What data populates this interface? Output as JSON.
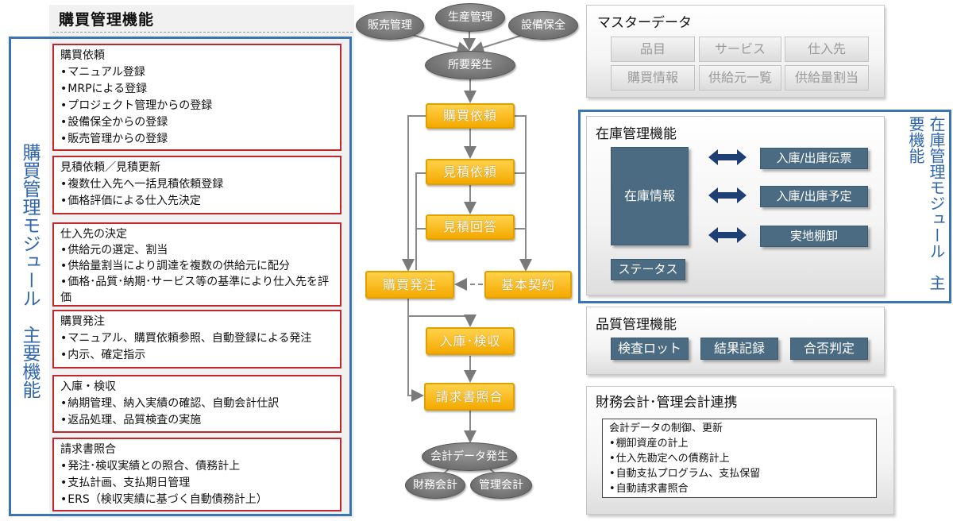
{
  "left": {
    "title": "購買管理機能",
    "vertical_label": "購買管理モジュール　主要機能",
    "sections": [
      {
        "title": "購買依頼",
        "items": [
          "マニュアル登録",
          "MRPによる登録",
          "プロジェクト管理からの登録",
          "設備保全からの登録",
          "販売管理からの登録"
        ]
      },
      {
        "title": "見積依頼／見積更新",
        "items": [
          "複数仕入先へ一括見積依頼登録",
          "価格評価による仕入先決定"
        ]
      },
      {
        "title": "仕入先の決定",
        "items": [
          "供給元の選定、割当",
          "供給量割当により調達を複数の供給元に配分",
          "価格･品質･納期･サービス等の基準により仕入先を評価"
        ]
      },
      {
        "title": "購買発注",
        "items": [
          "マニュアル、購買依頼参照、自動登録による発注",
          "内示、確定指示"
        ]
      },
      {
        "title": "入庫・検収",
        "items": [
          "納期管理、納入実績の確認、自動会計仕訳",
          "返品処理、品質検査の実施"
        ]
      },
      {
        "title": "請求書照合",
        "items": [
          "発注･検収実績との照合、債務計上",
          "支払計画、支払期日管理",
          "ERS（検収実績に基づく自動債務計上）"
        ]
      }
    ]
  },
  "flow": {
    "sources": [
      "販売管理",
      "生産管理",
      "設備保全"
    ],
    "demand": "所要発生",
    "steps": [
      "購買依頼",
      "見積依頼",
      "見積回答",
      "購買発注",
      "基本契約",
      "入庫･検収",
      "請求書照合"
    ],
    "accounting": "会計データ発生",
    "outputs": [
      "財務会計",
      "管理会計"
    ]
  },
  "master": {
    "title": "マスターデータ",
    "items": [
      "品目",
      "サービス",
      "仕入先",
      "購買情報",
      "供給元一覧",
      "供給量割当"
    ]
  },
  "inventory": {
    "title": "在庫管理機能",
    "info": "在庫情報",
    "status": "ステータス",
    "items": [
      "入庫/出庫伝票",
      "入庫/出庫予定",
      "実地棚卸"
    ],
    "vertical_label": "在庫管理モジュール　主要機能"
  },
  "quality": {
    "title": "品質管理機能",
    "items": [
      "検査ロット",
      "結果記録",
      "合否判定"
    ]
  },
  "finance": {
    "title": "財務会計･管理会計連携",
    "heading": "会計データの制御、更新",
    "items": [
      "棚卸資産の計上",
      "仕入先勘定への債務計上",
      "自動支払プログラム、支払保留",
      "自動請求書照合"
    ]
  },
  "colors": {
    "frame_blue": "#3a74b5",
    "section_red": "#c0282d",
    "flow_yellow": "#f4a900",
    "navy_box": "#4b6b82"
  }
}
